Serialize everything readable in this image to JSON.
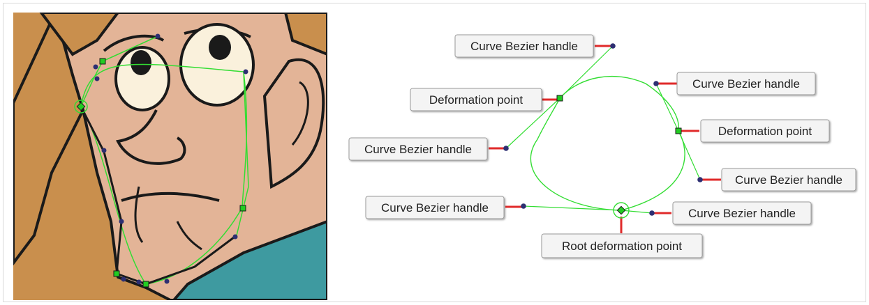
{
  "colors": {
    "skin": "#e3b497",
    "hair": "#c98f4d",
    "hair_dark": "#b37a3e",
    "eye_white": "#faf1dc",
    "shirt": "#3e9aa0",
    "outline": "#1a1a1a",
    "curve": "#33dd33",
    "point_fill": "#22cc22",
    "handle": "#2d2f72",
    "leader": "#e02a2a",
    "box_fill": "#f4f4f4",
    "box_border": "#9a9a9a"
  },
  "icons": {
    "deformation_point": "green-square",
    "curve_bezier_handle": "navy-dot",
    "root_deformation_point": "green-diamond-in-circle"
  },
  "labels": {
    "handle_top_left": "Curve Bezier handle",
    "deformation_left": "Deformation point",
    "handle_mid_left": "Curve Bezier handle",
    "handle_bottom_left": "Curve Bezier handle",
    "handle_top_right": "Curve Bezier handle",
    "deformation_right": "Deformation point",
    "handle_right": "Curve Bezier handle",
    "handle_bottom_right": "Curve Bezier handle",
    "root": "Root deformation point"
  }
}
